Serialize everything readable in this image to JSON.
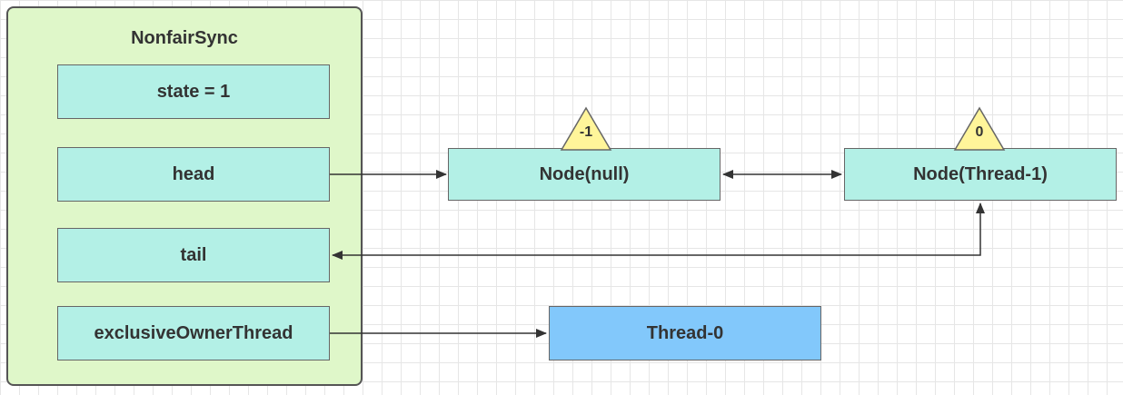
{
  "sync": {
    "title": "NonfairSync",
    "fields": {
      "state": "state = 1",
      "head": "head",
      "tail": "tail",
      "owner": "exclusiveOwnerThread"
    }
  },
  "nodes": {
    "null_node": {
      "label": "Node(null)",
      "wait_status": "-1"
    },
    "thread1_node": {
      "label": "Node(Thread-1)",
      "wait_status": "0"
    }
  },
  "thread": {
    "label": "Thread-0"
  },
  "colors": {
    "panel_fill": "#dff7c9",
    "field_fill": "#b3f0e6",
    "node_fill": "#b3f0e6",
    "thread_fill": "#82c8fb",
    "status_fill": "#fff59a"
  }
}
